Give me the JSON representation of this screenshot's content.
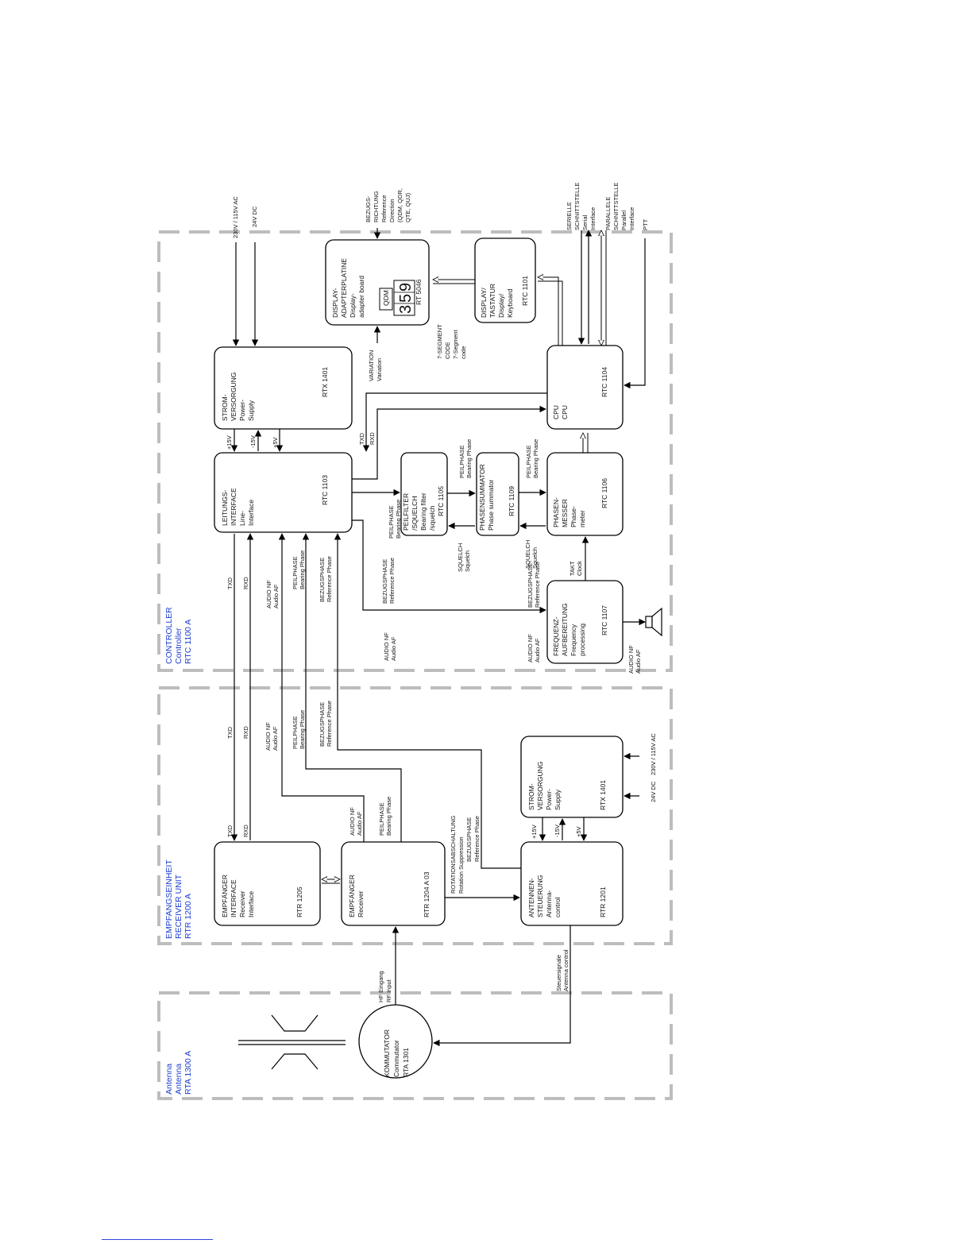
{
  "sections": {
    "antenna": [
      "Antenna",
      "Antenna",
      "RTA 1300 A"
    ],
    "receiver": [
      "EMPFANGSEINHEIT",
      "RECEIVER UNIT",
      "RTR 1200 A"
    ],
    "controller": [
      "CONTROLLER",
      "Controller",
      "RTC 1100 A"
    ]
  },
  "blocks": {
    "kommutator": [
      "KOMMUTATOR",
      "Commutator",
      "RTA 1301"
    ],
    "empf_interface": {
      "lines": [
        "EMPFÄNGER",
        "INTERFACE",
        "Receiver",
        "Interface"
      ],
      "code": "RTR 1205"
    },
    "empfaenger": {
      "lines": [
        "EMPFÄNGER",
        "Receiver"
      ],
      "code": "RTR 1204 A 03"
    },
    "antennen": {
      "lines": [
        "ANTENNEN-",
        "STEUERUNG",
        "Antenna-",
        "control"
      ],
      "code": "RTR 1201"
    },
    "strom_rx": {
      "lines": [
        "STROM-",
        "VERSORGUNG",
        "Power-",
        "Supply"
      ],
      "code": "RTX 1401"
    },
    "leitung": {
      "lines": [
        "LEITUNGS-",
        "INTERFACE",
        "Line-",
        "Interface"
      ],
      "code": "RTC 1103"
    },
    "strom_ctl": {
      "lines": [
        "STROM-",
        "VERSORGUNG",
        "Power-",
        "Supply"
      ],
      "code": "RTX 1401"
    },
    "display_adapter": {
      "lines": [
        "DISPLAY-",
        "ADAPTERPLATINE",
        "Display-",
        "adapter board"
      ],
      "code": "RT 5046"
    },
    "peilfilter": {
      "lines": [
        "PEILFILTER",
        "/SQUELCH",
        "Bearing filter",
        "/squelch"
      ],
      "code": "RTC 1105"
    },
    "phasensummator": {
      "lines": [
        "PHASENSUMMATOR",
        "Phase summator"
      ],
      "code": "RTC 1109"
    },
    "phasenmesser": {
      "lines": [
        "PHASEN-",
        "MESSER",
        "Phase-",
        "meter"
      ],
      "code": "RTC 1106"
    },
    "frequenz": {
      "lines": [
        "FREQUENZ-",
        "AUFBEREITUNG",
        "Frequency",
        "processing"
      ],
      "code": "RTC 1107"
    },
    "cpu": {
      "lines": [
        "CPU",
        "CPU"
      ],
      "code": "RTC 1104"
    },
    "display_keyboard": {
      "lines": [
        "DISPLAY/",
        "TASTATUR",
        "Display/",
        "Keyboard"
      ],
      "code": "RTC 1101"
    }
  },
  "lcd": {
    "label": "QDM",
    "digits": [
      "3",
      "5",
      "9"
    ]
  },
  "labels": {
    "hf": [
      "HF Eingang",
      "RF Input"
    ],
    "steuer": [
      "Steuersignale",
      "Antenna control"
    ],
    "rotation": [
      "ROTATIONSABSCHALTUNG",
      "Rotation Suppression"
    ],
    "bezug_rx": [
      "BEZUGSPHASE",
      "Reference Phase"
    ],
    "txd": "TXD",
    "rxd": "RXD",
    "audio": [
      "AUDIO NF",
      "Audio AF"
    ],
    "peil": [
      "PEILPHASE",
      "Bearing Phase"
    ],
    "bezug": [
      "BEZUGSPHASE",
      "Reference Phase"
    ],
    "squelch": [
      "SQUELCH",
      "Squelch"
    ],
    "takt": [
      "TAKT",
      "Clock"
    ],
    "p15": "+15V",
    "m15": "-15V",
    "p5": "+5V",
    "ac": "230V / 115V AC",
    "dc": "24V DC",
    "variation": [
      "VARIATION",
      "Variation"
    ],
    "segment": [
      "7-SEGMENT",
      "CODE",
      "7-Segment",
      "code"
    ],
    "bezugsrichtung": [
      "BEZUGS-",
      "RICHTUNG",
      "Reference",
      "Direction",
      "(QDM, QDR,",
      "QTE, QUJ)"
    ],
    "seriell": [
      "SERIELLE",
      "SCHNITTSTELLE",
      "Serial",
      "Interface"
    ],
    "parallel": [
      "PARALLELE",
      "SCHNITTSTELLE",
      "Parallel",
      "Interface"
    ],
    "ptt": "PTT"
  }
}
